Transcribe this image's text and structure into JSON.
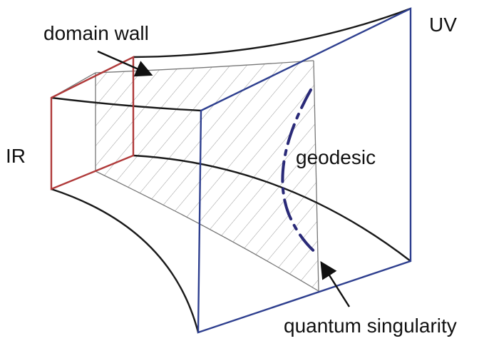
{
  "labels": {
    "domain_wall": "domain wall",
    "uv": "UV",
    "ir": "IR",
    "geodesic": "geodesic",
    "quantum_singularity": "quantum singularity"
  },
  "colors": {
    "ir_frame": "#b03a3a",
    "uv_frame": "#2e3f8f",
    "surface": "#1a1a1a",
    "thin": "#777777",
    "hatch": "#9a9a9a",
    "geodesic": "#2a2a78"
  }
}
